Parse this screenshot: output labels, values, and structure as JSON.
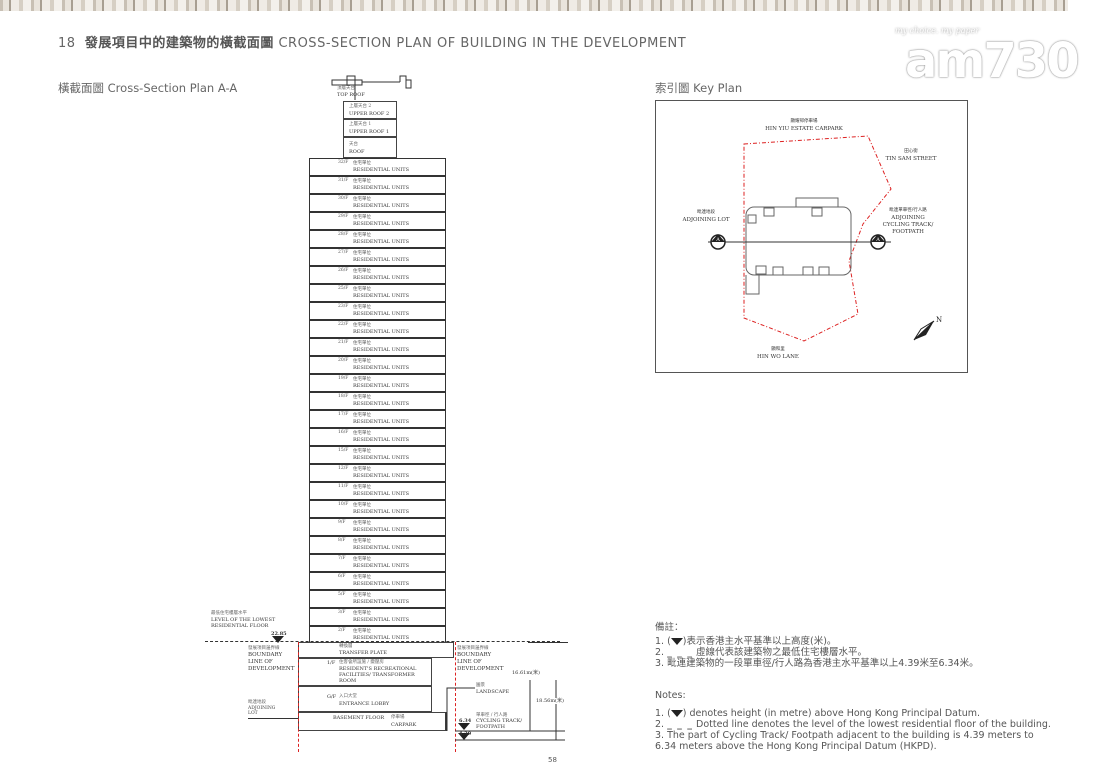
{
  "header": {
    "number": "18",
    "title_zh": "發展項目中的建築物的橫截面圖",
    "title_en": "CROSS-SECTION PLAN OF BUILDING IN THE DEVELOPMENT"
  },
  "watermark": {
    "tagline": "my choice. my paper",
    "brand": "am730"
  },
  "section": {
    "heading": "橫截面圖 Cross-Section Plan A-A",
    "roofs": [
      {
        "zh": "頂層天台",
        "en": "TOP ROOF"
      },
      {
        "zh": "上層天台 2",
        "en": "UPPER ROOF 2"
      },
      {
        "zh": "上層天台 1",
        "en": "UPPER ROOF 1"
      },
      {
        "zh": "天台",
        "en": "ROOF"
      }
    ],
    "unit_zh": "住宅單位",
    "unit_en": "RESIDENTIAL UNITS",
    "floors": [
      "32/F",
      "31/F",
      "30/F",
      "29/F",
      "28/F",
      "27/F",
      "26/F",
      "25/F",
      "23/F",
      "22/F",
      "21/F",
      "20/F",
      "19/F",
      "18/F",
      "17/F",
      "16/F",
      "15/F",
      "12/F",
      "11/F",
      "10/F",
      "9/F",
      "8/F",
      "7/F",
      "6/F",
      "5/F",
      "3/F",
      "2/F"
    ],
    "transfer": {
      "zh": "轉換層",
      "en": "TRANSFER PLATE"
    },
    "first": {
      "floor": "1/F",
      "zh": "住客會所設施 / 變壓房",
      "en": "RESIDENT'S RECREATIONAL FACILITIES/ TRANSFORMER ROOM"
    },
    "ground": {
      "floor": "G/F",
      "zh": "入口大堂",
      "en": "ENTRANCE LOBBY"
    },
    "basement": {
      "floor": "BASEMENT FLOOR",
      "zh": "停車場",
      "en": "CARPARK"
    },
    "lowest_level": {
      "zh": "最低住宅樓層水平",
      "en": "LEVEL OF THE LOWEST RESIDENTIAL FLOOR",
      "value": "22.85"
    },
    "boundary": {
      "zh": "發展項目邊界線",
      "en": "BOUNDARY LINE OF DEVELOPMENT"
    },
    "adjoining_lot": {
      "zh": "毗連地段",
      "en": "ADJOINING LOT"
    },
    "landscape": {
      "zh": "園景",
      "en": "LANDSCAPE"
    },
    "cycling": {
      "zh": "單車徑 / 行人路",
      "en": "CYCLING TRACK/ FOOTPATH"
    },
    "level_high": "6.34",
    "level_low": "4.39",
    "dim1": "16.61m(米)",
    "dim2": "18.56m(米)"
  },
  "keyplan": {
    "heading": "索引圖  Key Plan",
    "north": {
      "zh": "顯耀邨停車場",
      "en": "HIN YIU ESTATE CARPARK"
    },
    "street": {
      "zh": "田心街",
      "en": "TIN SAM STREET"
    },
    "west": {
      "zh": "毗連地段",
      "en": "ADJOINING LOT"
    },
    "east": {
      "zh": "毗連單車徑/行人路",
      "en1": "ADJOINING",
      "en2": "CYCLING TRACK/",
      "en3": "FOOTPATH"
    },
    "south": {
      "zh": "顯和里",
      "en": "HIN WO LANE"
    },
    "marker": "A",
    "compass": "N"
  },
  "notes": {
    "heading_zh": "備註：",
    "zh": [
      "1. (",
      "表示香港主水平基準以上高度(米)。",
      "2.",
      "虛線代表該建築物之最低住宅樓層水平。",
      "3. 毗連建築物的一段單車徑/行人路為香港主水平基準以上4.39米至6.34米。"
    ],
    "heading_en": "Notes:",
    "en": [
      "1. (",
      ") denotes height (in metre) above Hong Kong Principal Datum.",
      "2.",
      "Dotted line denotes the level of the lowest residential floor of the building.",
      "3. The part of Cycling Track/ Footpath adjacent to the building is 4.39 meters to 6.34 meters above the Hong Kong Principal Datum (HKPD)."
    ]
  },
  "page_number": "58"
}
